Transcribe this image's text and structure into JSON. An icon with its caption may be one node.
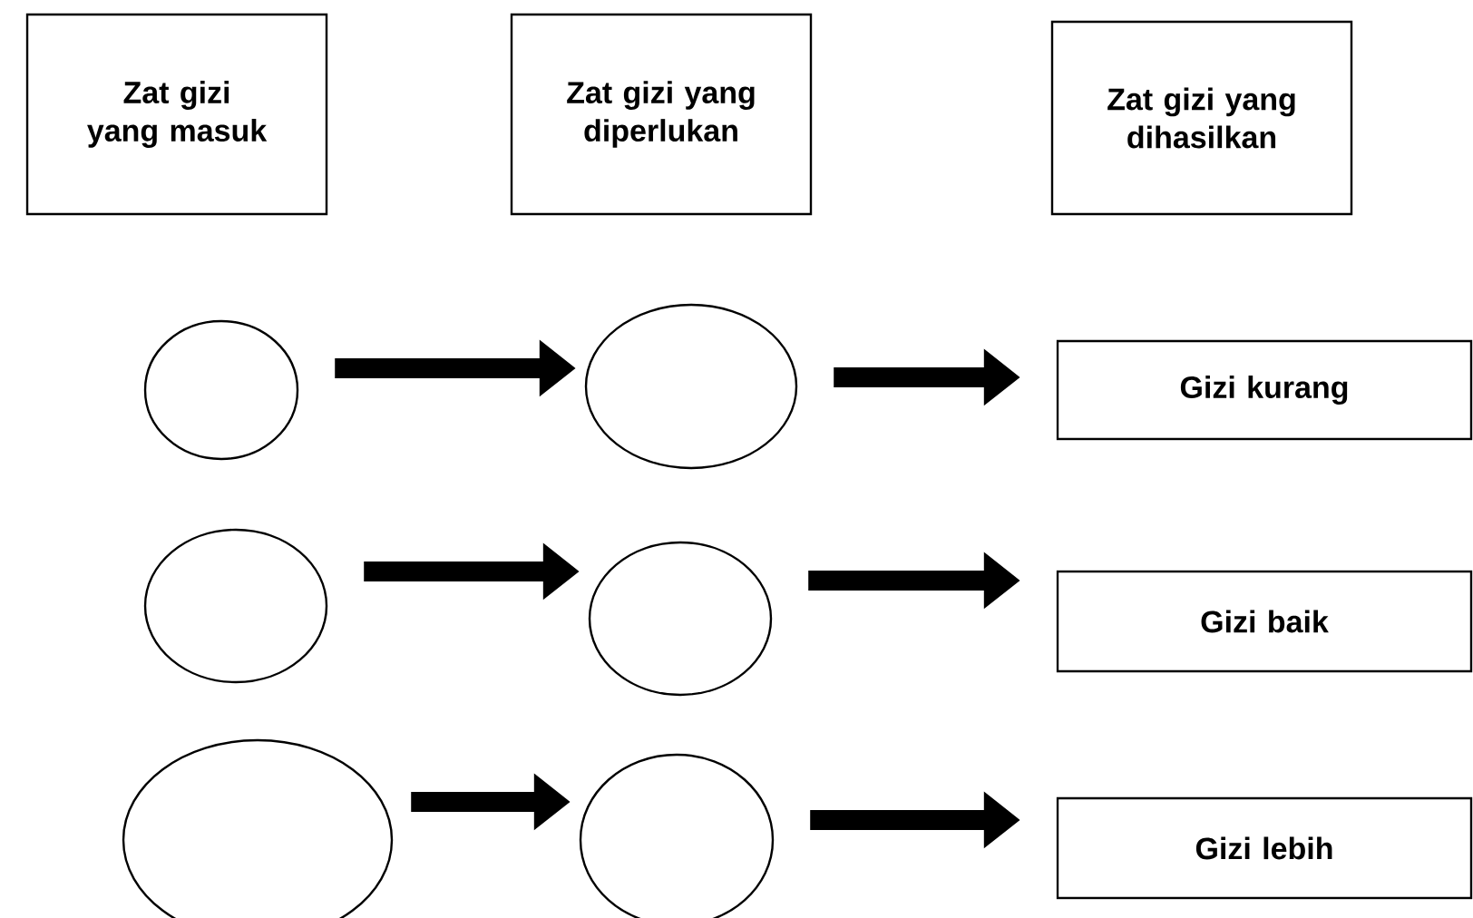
{
  "diagram": {
    "nodes": [
      {
        "text": [
          "Zat gizi yang masuk"
        ]
      },
      {
        "text": [
          "Zat gizi yang diperlukan"
        ]
      },
      {
        "text": [
          "Zat gizi yang dihasilkan"
        ]
      },
      {
        "text": [],
        "shape": "circle"
      },
      {
        "text": [],
        "shape": "circle"
      },
      {
        "text": [
          "Gizi kurang"
        ]
      },
      {
        "text": [],
        "shape": "circle"
      },
      {
        "text": [],
        "shape": "circle"
      },
      {
        "text": [
          "Gizi baik"
        ]
      },
      {
        "text": [],
        "shape": "circle"
      },
      {
        "text": [],
        "shape": "circle"
      },
      {
        "text": [
          "Gizi lebih"
        ]
      }
    ],
    "edges": [
      {
        "from": 3,
        "to": 4,
        "arrow": "to"
      },
      {
        "from": 4,
        "to": 5,
        "arrow": "to"
      },
      {
        "from": 6,
        "to": 7,
        "arrow": "to"
      },
      {
        "from": 7,
        "to": 8,
        "arrow": "to"
      },
      {
        "from": 9,
        "to": 10,
        "arrow": "to"
      },
      {
        "from": 10,
        "to": 11,
        "arrow": "to"
      }
    ]
  }
}
